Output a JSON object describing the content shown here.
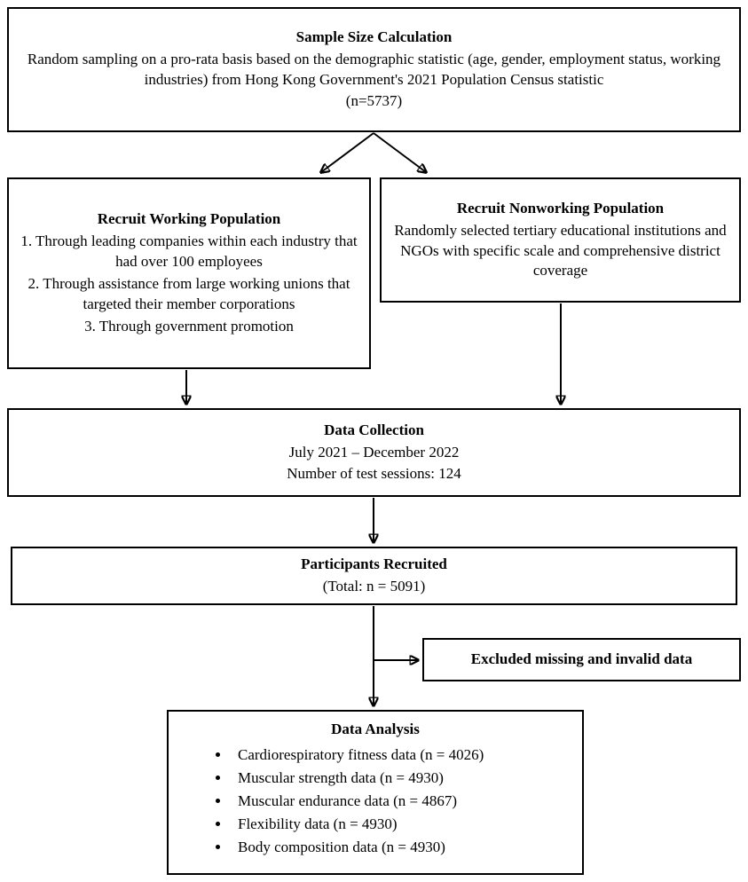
{
  "boxes": {
    "sample_size": {
      "title": "Sample Size Calculation",
      "body": "Random sampling on a pro-rata basis based on the demographic statistic (age, gender, employment status, working industries) from Hong Kong Government's 2021 Population Census statistic",
      "n": "(n=5737)"
    },
    "working": {
      "title": "Recruit Working Population",
      "items": [
        "1. Through leading companies within each industry that had over 100 employees",
        "2. Through assistance from large working unions that targeted their member corporations",
        "3. Through government promotion"
      ]
    },
    "nonworking": {
      "title": "Recruit Nonworking Population",
      "body": "Randomly selected tertiary educational institutions and NGOs with specific scale and comprehensive district coverage"
    },
    "data_collection": {
      "title": "Data Collection",
      "line1": "July 2021 – December 2022",
      "line2": "Number of test sessions: 124"
    },
    "participants": {
      "title": "Participants Recruited",
      "line1": "(Total: n = 5091)"
    },
    "excluded": {
      "title": "Excluded missing and invalid data"
    },
    "analysis": {
      "title": "Data Analysis",
      "items": [
        "Cardiorespiratory fitness data (n = 4026)",
        "Muscular strength data (n = 4930)",
        "Muscular endurance data (n = 4867)",
        "Flexibility data (n = 4930)",
        "Body composition data (n = 4930)"
      ]
    }
  },
  "colors": {
    "line": "#000000",
    "background": "#ffffff"
  }
}
